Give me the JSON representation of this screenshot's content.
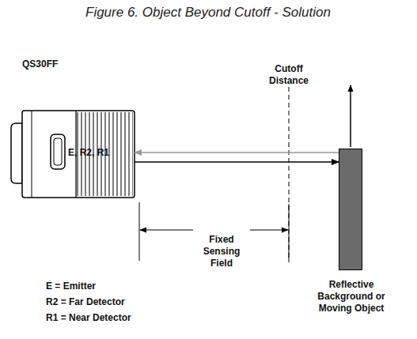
{
  "diagram": {
    "title": "Figure 6. Object Beyond Cutoff - Solution",
    "nodes": [
      {
        "text": [
          "QS30FF",
          "E, R2, R1"
        ]
      },
      {
        "text": [
          "Reflective Background or Moving Object"
        ]
      }
    ],
    "edges": [
      {
        "from": 1,
        "to": 0,
        "arrow": "to"
      },
      {
        "from": 0,
        "to": 1,
        "arrow": "to"
      }
    ],
    "labels": [
      "Cutoff Distance",
      "Fixed Sensing Field",
      "E = Emitter",
      "R2 = Far Detector",
      "R1 = Near Detector"
    ]
  }
}
